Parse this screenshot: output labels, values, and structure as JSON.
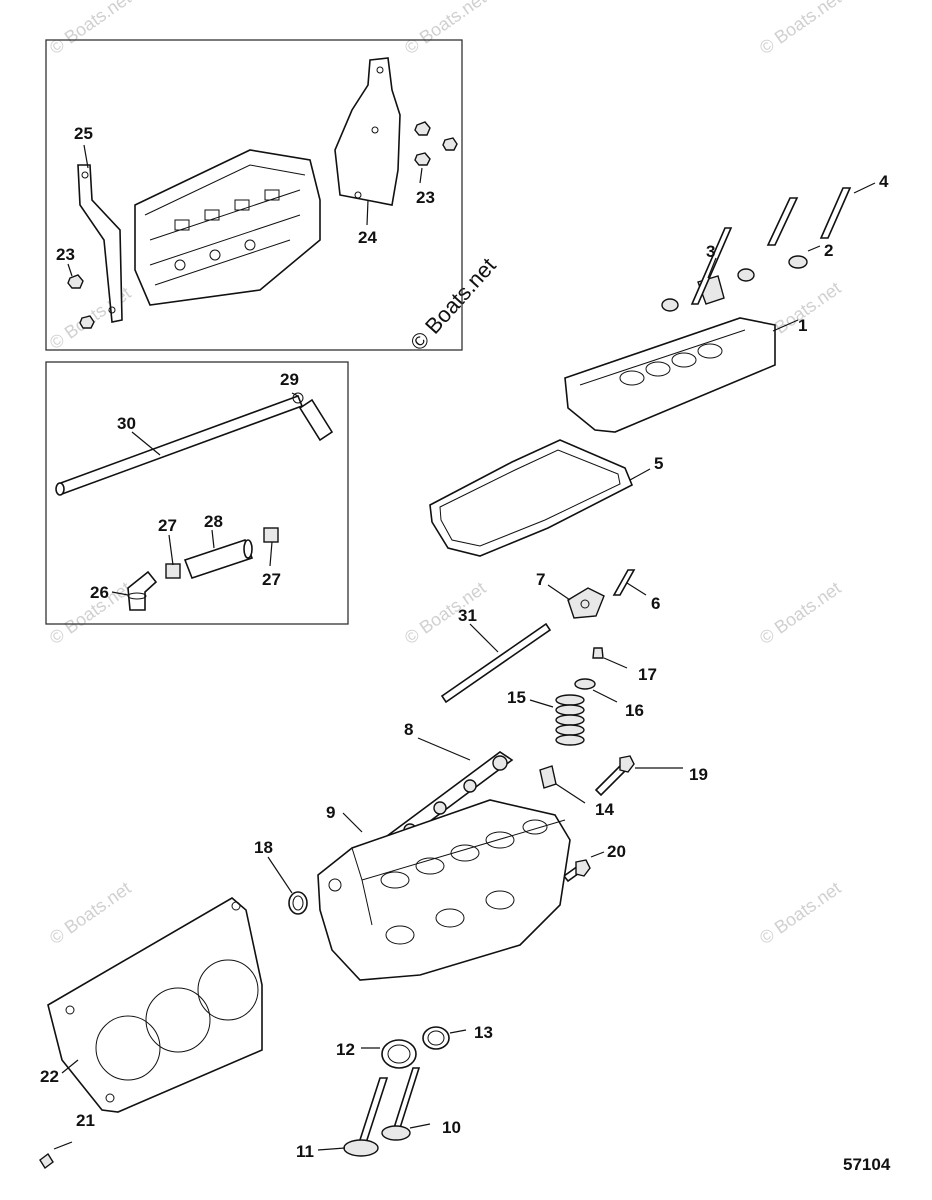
{
  "diagram_number": "57104",
  "watermark": {
    "main": "© Boats.net",
    "faint": "© Boats.net"
  },
  "callouts": [
    {
      "id": "c1",
      "label": "1"
    },
    {
      "id": "c2",
      "label": "2"
    },
    {
      "id": "c3",
      "label": "3"
    },
    {
      "id": "c4",
      "label": "4"
    },
    {
      "id": "c5",
      "label": "5"
    },
    {
      "id": "c6",
      "label": "6"
    },
    {
      "id": "c7",
      "label": "7"
    },
    {
      "id": "c8",
      "label": "8"
    },
    {
      "id": "c9",
      "label": "9"
    },
    {
      "id": "c10",
      "label": "10"
    },
    {
      "id": "c11",
      "label": "11"
    },
    {
      "id": "c12",
      "label": "12"
    },
    {
      "id": "c13",
      "label": "13"
    },
    {
      "id": "c14",
      "label": "14"
    },
    {
      "id": "c15",
      "label": "15"
    },
    {
      "id": "c16",
      "label": "16"
    },
    {
      "id": "c17",
      "label": "17"
    },
    {
      "id": "c18",
      "label": "18"
    },
    {
      "id": "c19",
      "label": "19"
    },
    {
      "id": "c20",
      "label": "20"
    },
    {
      "id": "c21",
      "label": "21"
    },
    {
      "id": "c22",
      "label": "22"
    },
    {
      "id": "c23a",
      "label": "23"
    },
    {
      "id": "c23b",
      "label": "23"
    },
    {
      "id": "c24",
      "label": "24"
    },
    {
      "id": "c25",
      "label": "25"
    },
    {
      "id": "c26",
      "label": "26"
    },
    {
      "id": "c27a",
      "label": "27"
    },
    {
      "id": "c27b",
      "label": "27"
    },
    {
      "id": "c28",
      "label": "28"
    },
    {
      "id": "c29",
      "label": "29"
    },
    {
      "id": "c30",
      "label": "30"
    },
    {
      "id": "c31",
      "label": "31"
    }
  ]
}
